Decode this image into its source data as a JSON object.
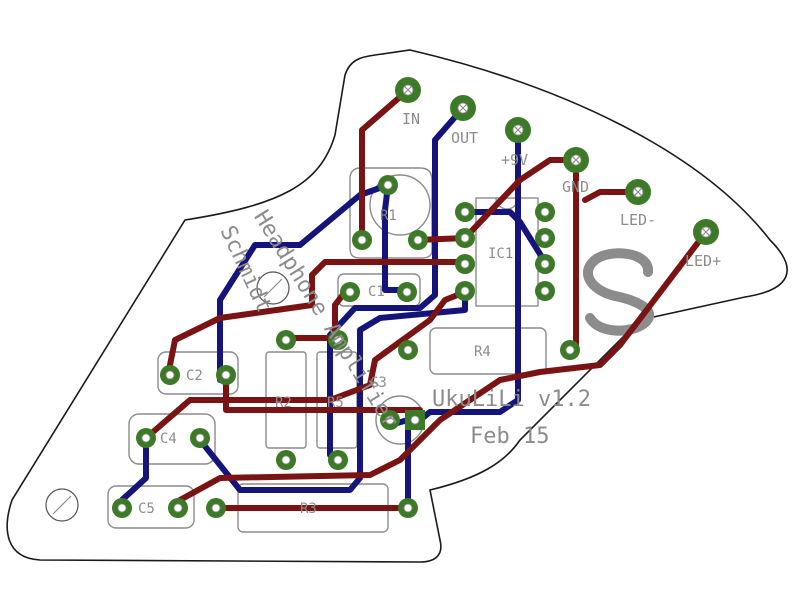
{
  "board": {
    "title": "Headphone Amplifier",
    "author": "Schmidt",
    "project": "UkuLiLi v1.2",
    "date": "Feb 15",
    "logo": "s-logo-icon",
    "colors": {
      "top_copper": "#7a1414",
      "bottom_copper": "#14147a",
      "pad": "#3c7a28",
      "silkscreen": "#8c8c8c",
      "outline": "#1a1a1a"
    }
  },
  "connectors": {
    "in": "IN",
    "out": "OUT",
    "vcc": "+9V",
    "gnd": "GND",
    "led_minus": "LED-",
    "led_plus": "LED+"
  },
  "components": {
    "ic1": "IC1",
    "r1": "R1",
    "r2": "R2",
    "r3": "R3",
    "r4": "R4",
    "r5": "R5",
    "c1": "C1",
    "c2": "C2",
    "c3": "C3",
    "c4": "C4",
    "c5": "C5"
  }
}
